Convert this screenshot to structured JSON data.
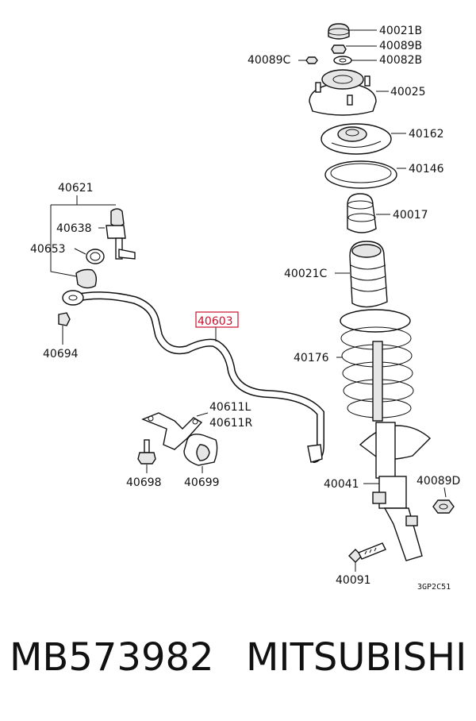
{
  "labels": {
    "p40021B": "40021B",
    "p40089B": "40089B",
    "p40089C": "40089C",
    "p40082B": "40082B",
    "p40025": "40025",
    "p40162": "40162",
    "p40146": "40146",
    "p40621": "40621",
    "p40638": "40638",
    "p40653": "40653",
    "p40017": "40017",
    "p40021C": "40021C",
    "p40603": "40603",
    "p40694": "40694",
    "p40176": "40176",
    "p40611L": "40611L",
    "p40611R": "40611R",
    "p40698": "40698",
    "p40699": "40699",
    "p40041": "40041",
    "p40089D": "40089D",
    "p40091": "40091",
    "diagram_code": "3GP2C51"
  },
  "colors": {
    "highlight": "#c8102e",
    "ink": "#111111"
  },
  "footer": {
    "part_number": "MB573982",
    "brand": "MITSUBISHI"
  }
}
